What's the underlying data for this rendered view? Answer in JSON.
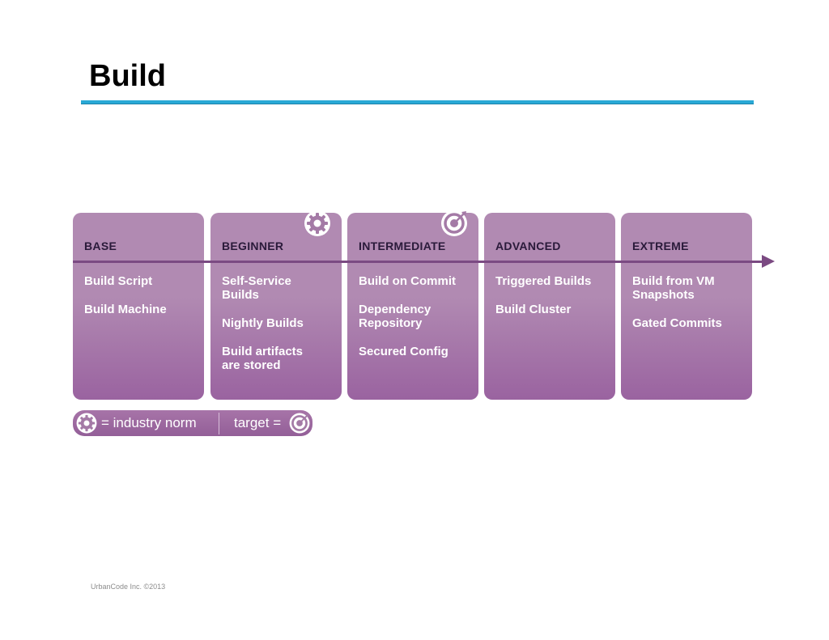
{
  "title": "Build",
  "stages": [
    {
      "label": "BASE",
      "items": [
        "Build Script",
        "Build Machine"
      ]
    },
    {
      "label": "BEGINNER",
      "items": [
        "Self-Service\nBuilds",
        "Nightly Builds",
        "Build artifacts\nare stored"
      ]
    },
    {
      "label": "INTERMEDIATE",
      "items": [
        "Build on Commit",
        "Dependency\nRepository",
        "Secured Config"
      ]
    },
    {
      "label": "ADVANCED",
      "items": [
        "Triggered Builds",
        "Build Cluster"
      ]
    },
    {
      "label": "EXTREME",
      "items": [
        "Build from VM\nSnapshots",
        "Gated Commits"
      ]
    }
  ],
  "markers": {
    "industry_norm_stage": "BEGINNER",
    "target_stage": "INTERMEDIATE"
  },
  "legend": {
    "norm_text": "= industry norm",
    "target_text": "target ="
  },
  "footer": "UrbanCode Inc.  ©2013",
  "colors": {
    "title_rule": "#29a9d6",
    "stage_fill_top": "#b18ab2",
    "stage_fill_bottom": "#9a63a0",
    "stage_title": "#2a1a3a",
    "stage_text": "#ffffff",
    "timeline_arrow": "#7b4a82",
    "legend_fill": "#a774a8"
  },
  "icons": {
    "industry_norm": "gear-icon",
    "target": "target-icon"
  }
}
